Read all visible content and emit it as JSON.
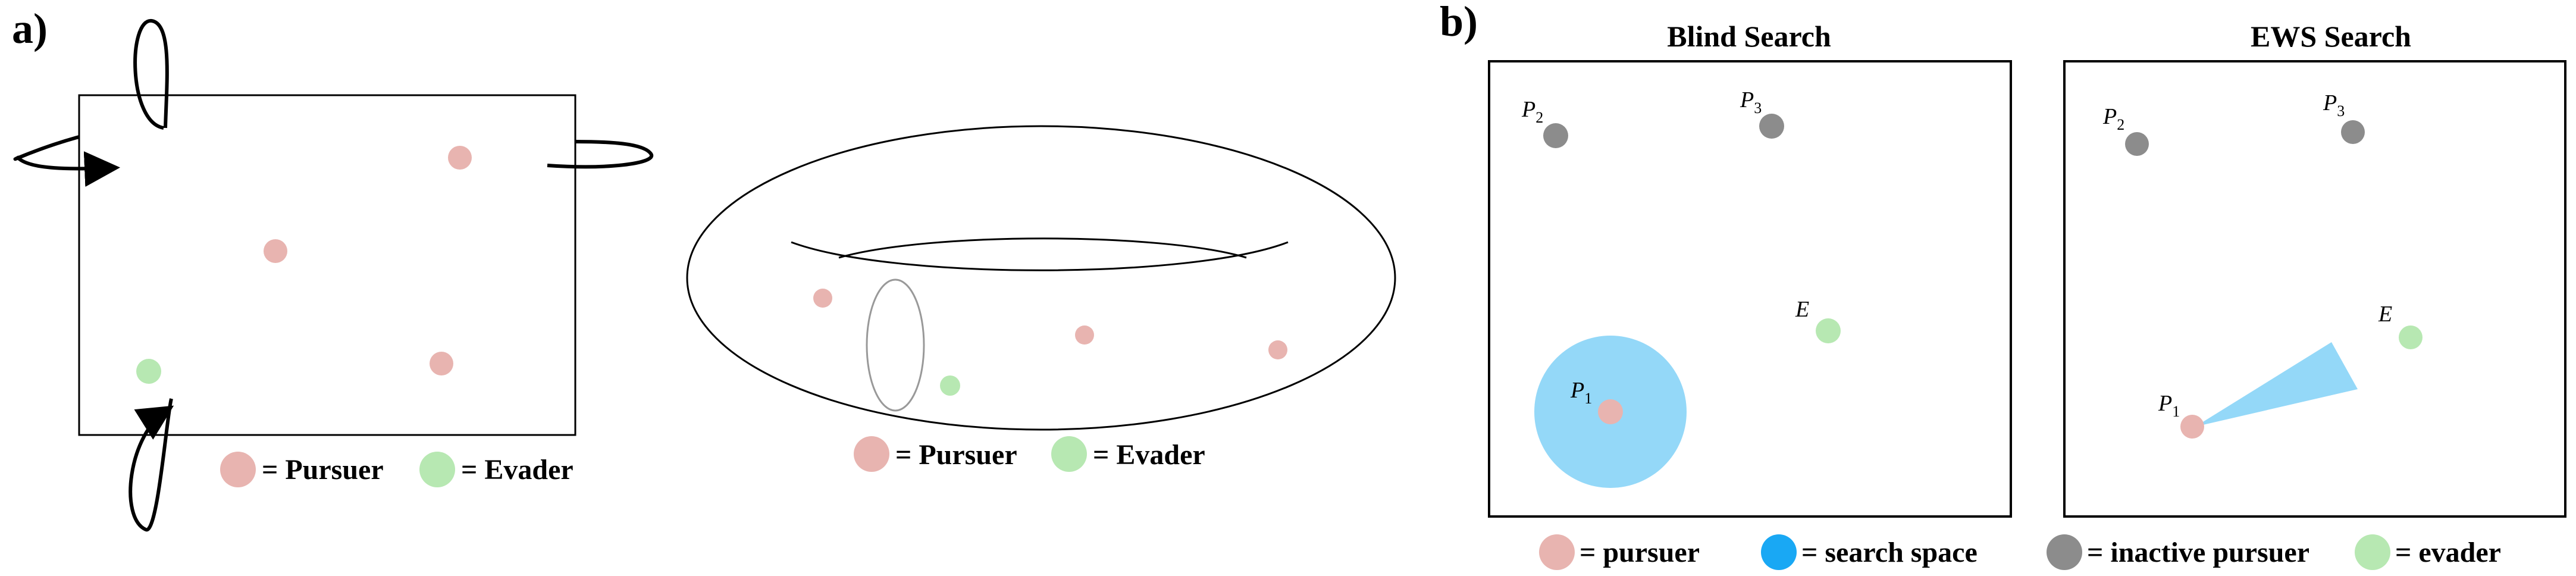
{
  "panel_a": {
    "label": "a)",
    "legend_1": {
      "pursuer": "= Pursuer",
      "evader": "= Evader"
    },
    "legend_2": {
      "pursuer": "= Pursuer",
      "evader": "= Evader"
    }
  },
  "panel_b": {
    "label": "b)",
    "blind": {
      "title": "Blind Search",
      "p1": "P",
      "p1_sub": "1",
      "p2": "P",
      "p2_sub": "2",
      "p3": "P",
      "p3_sub": "3",
      "e": "E"
    },
    "ews": {
      "title": "EWS Search",
      "p1": "P",
      "p1_sub": "1",
      "p2": "P",
      "p2_sub": "2",
      "p3": "P",
      "p3_sub": "3",
      "e": "E"
    },
    "legend": {
      "pursuer": "= pursuer",
      "search_space": "= search space",
      "inactive": "= inactive pursuer",
      "evader": "= evader"
    }
  },
  "colors": {
    "pursuer": "#e8b4b0",
    "evader": "#b7e8b2",
    "inactive": "#8c8c8c",
    "search_space": "#94d8f8",
    "search_legend": "#19a8f4"
  }
}
